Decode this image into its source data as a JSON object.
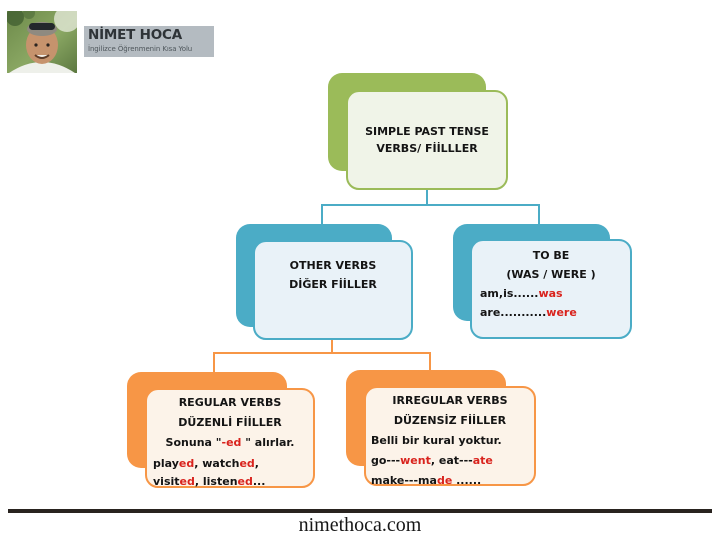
{
  "brand": {
    "title": "NİMET HOCA",
    "subtitle": "İngilizce Öğrenmenin Kısa Yolu"
  },
  "colors": {
    "root_green": "#9BBB59",
    "level2_teal": "#4BACC6",
    "level3_orange": "#F79646",
    "highlight_red": "#D9231D"
  },
  "diagram": {
    "root": {
      "line1": "SIMPLE PAST TENSE",
      "line2": "VERBS/ FİİLLLER"
    },
    "other_verbs": {
      "line1": "OTHER VERBS",
      "line2": "DİĞER FİİLLER"
    },
    "to_be": {
      "line1": "TO BE",
      "line2": "(WAS / WERE )",
      "line3": [
        {
          "t": "am,is......"
        },
        {
          "t": "was",
          "red": true
        }
      ],
      "line4": [
        {
          "t": "are..........."
        },
        {
          "t": "were",
          "red": true
        }
      ]
    },
    "regular": {
      "line1": "REGULAR VERBS",
      "line2": "DÜZENLİ FİİLLER",
      "line3": [
        {
          "t": "Sonuna \""
        },
        {
          "t": "-ed",
          "red": true
        },
        {
          "t": " \" alırlar."
        }
      ],
      "line4": [
        {
          "t": "play"
        },
        {
          "t": "ed",
          "red": true
        },
        {
          "t": ", watch"
        },
        {
          "t": "ed",
          "red": true
        },
        {
          "t": ","
        }
      ],
      "line5": [
        {
          "t": "visit"
        },
        {
          "t": "ed",
          "red": true
        },
        {
          "t": ", listen"
        },
        {
          "t": "ed",
          "red": true
        },
        {
          "t": "..."
        }
      ]
    },
    "irregular": {
      "line1": "IRREGULAR VERBS",
      "line2": "DÜZENSİZ FİİLLER",
      "line3": "Belli bir kural yoktur.",
      "line4": [
        {
          "t": "go---"
        },
        {
          "t": "went",
          "red": true
        },
        {
          "t": ", eat---"
        },
        {
          "t": "ate",
          "red": true
        }
      ],
      "line5": [
        {
          "t": "make---ma"
        },
        {
          "t": "de",
          "red": true
        },
        {
          "t": " ......"
        }
      ]
    }
  },
  "footer": {
    "website": "nimethoca.com"
  }
}
